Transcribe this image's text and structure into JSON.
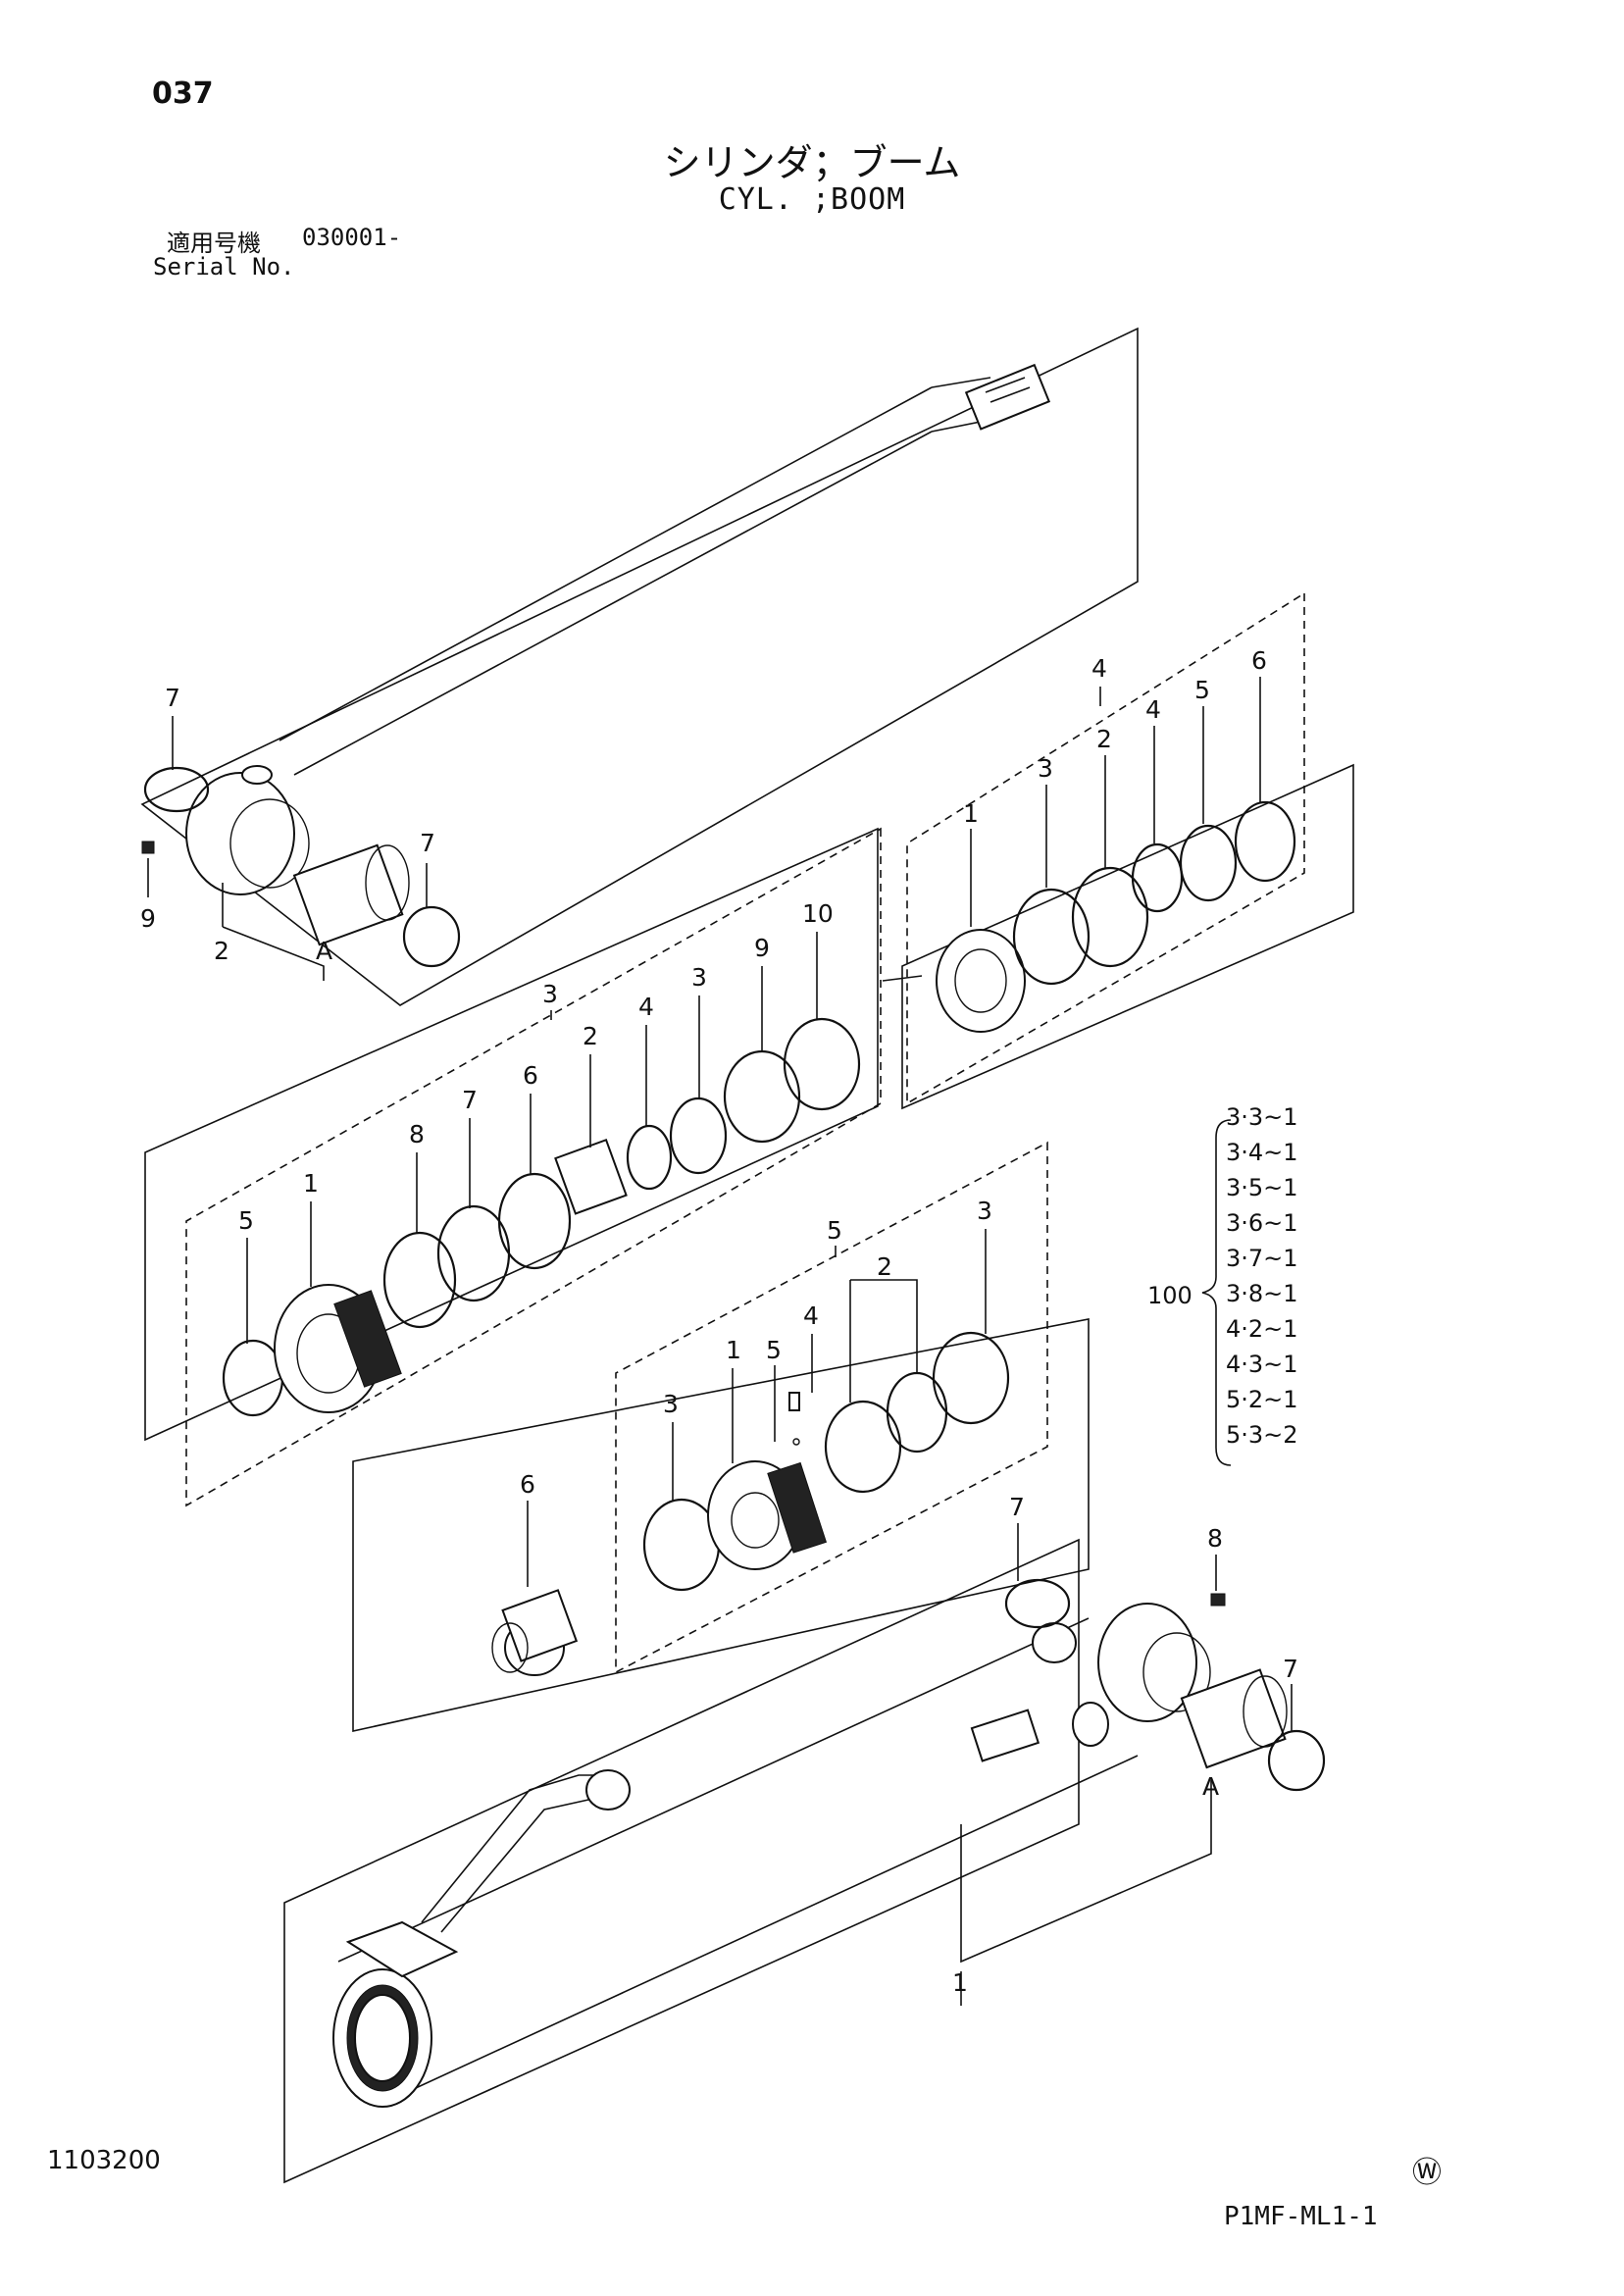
{
  "page_number": "037",
  "title_jp": "シリンダ；ブーム",
  "title_en": "CYL. ;BOOM",
  "serial_label_jp": "適用号機",
  "serial_value": "030001-",
  "serial_label_en": "Serial No.",
  "doc_code": "1103200",
  "footer_code": "P1MF-ML1-1",
  "watermark": "Ⓦ",
  "legend": {
    "code": "100",
    "items": [
      "3·3~1",
      "3·4~1",
      "3·5~1",
      "3·6~1",
      "3·7~1",
      "3·8~1",
      "4·2~1",
      "4·3~1",
      "5·2~1",
      "5·3~2"
    ]
  },
  "callouts": {
    "rod": {
      "seal_top": "7",
      "seal_bushing": "7",
      "grease_nipple": "9",
      "rod_end": "2",
      "bushing": "A"
    },
    "group4": {
      "group": "4",
      "piston": "1",
      "ring_a": "3",
      "ring_b": "2",
      "ring_c": "4",
      "ring_d": "5",
      "ring_e": "6"
    },
    "group3": {
      "group": "3",
      "seal_a": "5",
      "head": "1",
      "ring_8": "8",
      "ring_7": "7",
      "ring_6": "6",
      "ring_2": "2",
      "ring_4": "4",
      "ring_3": "3",
      "ring_9": "9",
      "ring_10": "10"
    },
    "group5": {
      "group": "5",
      "seal_3a": "3",
      "piston": "1",
      "screw": "5",
      "ball": "4",
      "ring_2": "2",
      "ring_3b": "3"
    },
    "tube": {
      "bushing": "6",
      "seal_top": "7",
      "grease_nipple": "8",
      "seal_bushing": "7",
      "bushing_a": "A",
      "tube": "1"
    }
  }
}
